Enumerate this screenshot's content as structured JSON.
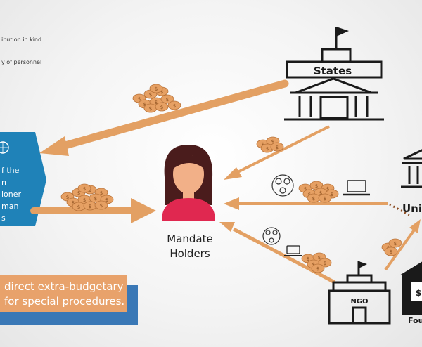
{
  "legend": {
    "line1": "ibution in kind",
    "line2": "y of personnel"
  },
  "nodes": {
    "states": "States",
    "ohchr_lines": [
      "f the",
      "n",
      "ioner",
      "man",
      "s"
    ],
    "mandate_holders_lines": [
      "Mandate",
      "Holders"
    ],
    "university": "Univ",
    "ngo": "NGO",
    "foundation_partial": "Foun",
    "foundation_sign": "$"
  },
  "banner": {
    "line1": "direct extra-budgetary",
    "line2": "for special procedures."
  },
  "colors": {
    "arrow": "#e3a063",
    "hexagon": "#1f82b8",
    "banner_orange": "#e8a26b",
    "banner_blue": "#3a78b6",
    "coin": "#e6a063",
    "hair": "#4a1c1c",
    "shirt": "#e02850",
    "skin": "#f2b088"
  }
}
